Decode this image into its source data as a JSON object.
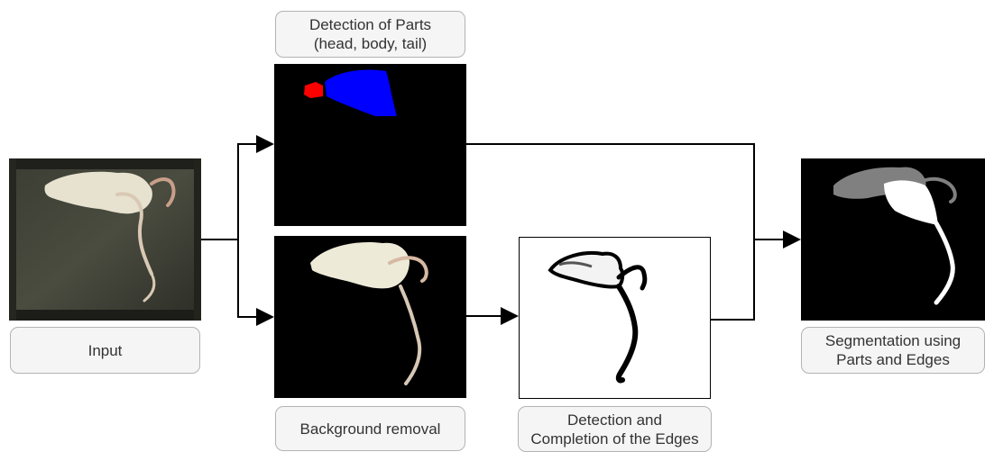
{
  "labels": {
    "parts": "Detection of Parts\n(head, body, tail)",
    "input": "Input",
    "background": "Background removal",
    "edges": "Detection and\nCompletion of the Edges",
    "segmentation": "Segmentation using\nParts and Edges"
  },
  "colors": {
    "head": "#ff0000",
    "body": "#0000ff",
    "edge_stroke": "#000000",
    "gray_region": "#808080"
  }
}
